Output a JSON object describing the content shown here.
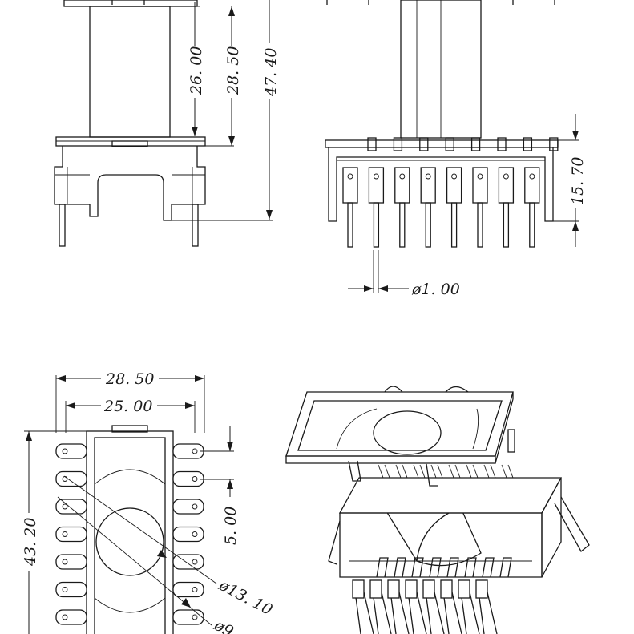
{
  "dimensions": {
    "side_view": {
      "height_26": "26. 00",
      "height_28_5": "28. 50",
      "height_47_4": "47. 40"
    },
    "front_view": {
      "pin_height": "15. 70",
      "pin_diameter": "ø1. 00"
    },
    "top_view": {
      "width_28_5": "28. 50",
      "width_25": "25. 00",
      "length_43_2": "43. 20",
      "pin_pitch": "5. 00",
      "core_diameter": "ø13. 10",
      "second_diameter": "ø9"
    }
  },
  "colors": {
    "line": "#1a1a1a",
    "background": "#ffffff"
  }
}
